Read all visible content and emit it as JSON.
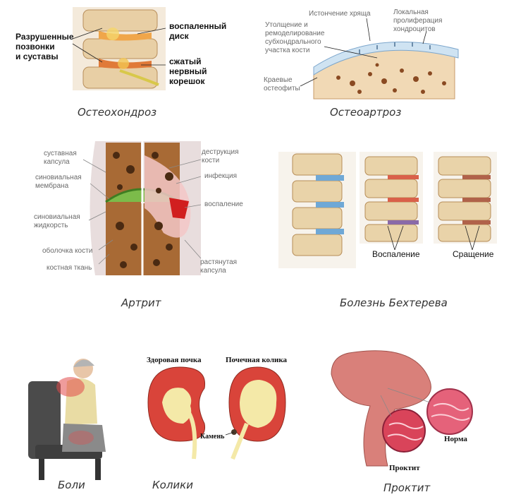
{
  "captions": {
    "osteochondrosis": "Остеохондроз",
    "osteoarthrosis": "Остеоартроз",
    "arthritis": "Артрит",
    "bekhterev": "Болезнь Бехтерева",
    "pain": "Боли",
    "colic": "Колики",
    "proctitis": "Проктит"
  },
  "osteochondrosis": {
    "destroyed": "Разрушенные\nпозвонки\nи суставы",
    "inflamed_disc": "воспаленный\nдиск",
    "compressed_root": "сжатый\nнервный\nкорешок"
  },
  "osteoarthrosis": {
    "thinning": "Истончение хряща",
    "proliferation": "Локальная\nпролиферация\nхондроцитов",
    "thickening": "Утолщение и\nремоделирование\nсубхондрального\nучастка кости",
    "osteophytes": "Краевые\nостеофиты"
  },
  "arthritis": {
    "capsule": "суставная\nкапсула",
    "membrane": "синовиальная\nмембрана",
    "fluid": "синовиальная\nжидкорсть",
    "shell": "оболочка кости",
    "bone": "костная ткань",
    "destruction": "деструкция\nкости",
    "infection": "инфекция",
    "inflammation": "воспаление",
    "stretched": "растянутая\nкапсула"
  },
  "bekhterev": {
    "inflammation": "Воспаление",
    "fusion": "Сращение"
  },
  "colic": {
    "healthy": "Здоровая почка",
    "renal_colic": "Почечная колика",
    "stone": "Камень"
  },
  "proctitis": {
    "norm": "Норма",
    "proctitis": "Проктит"
  },
  "colors": {
    "bone": "#f0d9b5",
    "bone_dark": "#6b3f1d",
    "inflamed": "#e0392b",
    "disc_blue": "#6fa8d6",
    "kidney": "#d9443a",
    "kidney_inner": "#f4e9a8",
    "intestine": "#d9807a"
  }
}
